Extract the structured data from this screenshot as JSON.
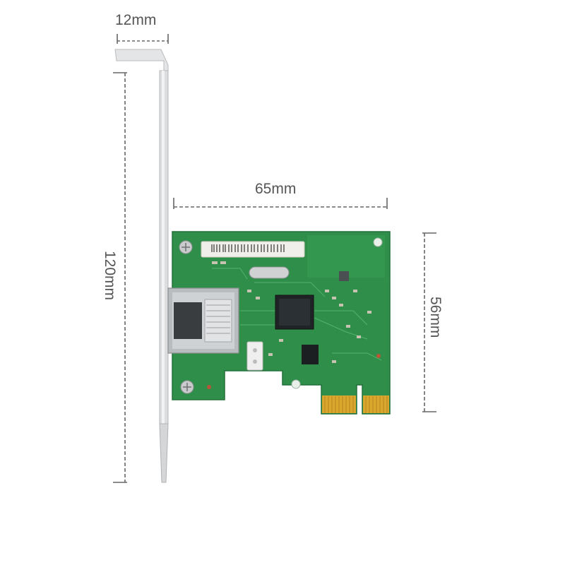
{
  "dimensions": {
    "bracket_width": "12mm",
    "board_width": "65mm",
    "bracket_height": "120mm",
    "board_height": "56mm"
  },
  "colors": {
    "pcb_green": "#2f8f4a",
    "pcb_dark": "#22703a",
    "gold_contacts": "#d9a62e",
    "bracket_silver": "#d8dadc",
    "dim_line": "#666666"
  }
}
